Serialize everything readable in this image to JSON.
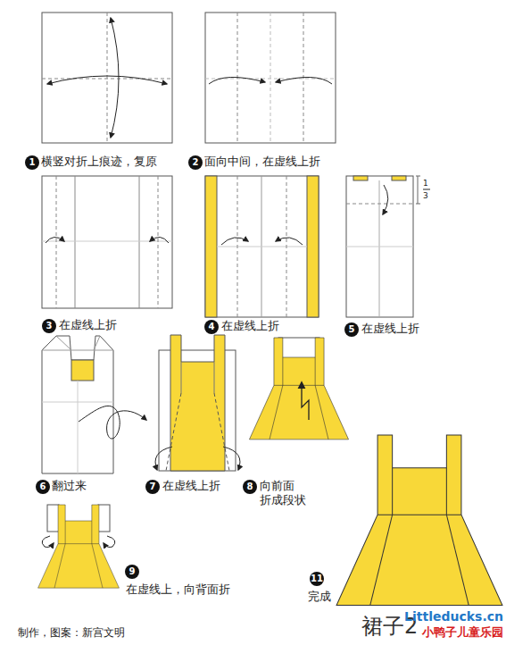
{
  "diagram": {
    "title": "裙子2",
    "labels": [
      "1",
      "横竖对折上痕迹，复原",
      "2",
      "面向中间，在虚线上折",
      "1",
      "3",
      "3",
      "在虚线上折",
      "4",
      "在虚线上折",
      "5",
      "在虚线上折",
      "6",
      "翻过来",
      "7",
      "在虚线上折",
      "8",
      "向前面 折成段状",
      "9",
      "在虚线上，向背面折",
      "11",
      "完成",
      "制作，图案：新宫文明",
      "Littleducks.cn",
      "小鸭子儿童乐园"
    ]
  }
}
